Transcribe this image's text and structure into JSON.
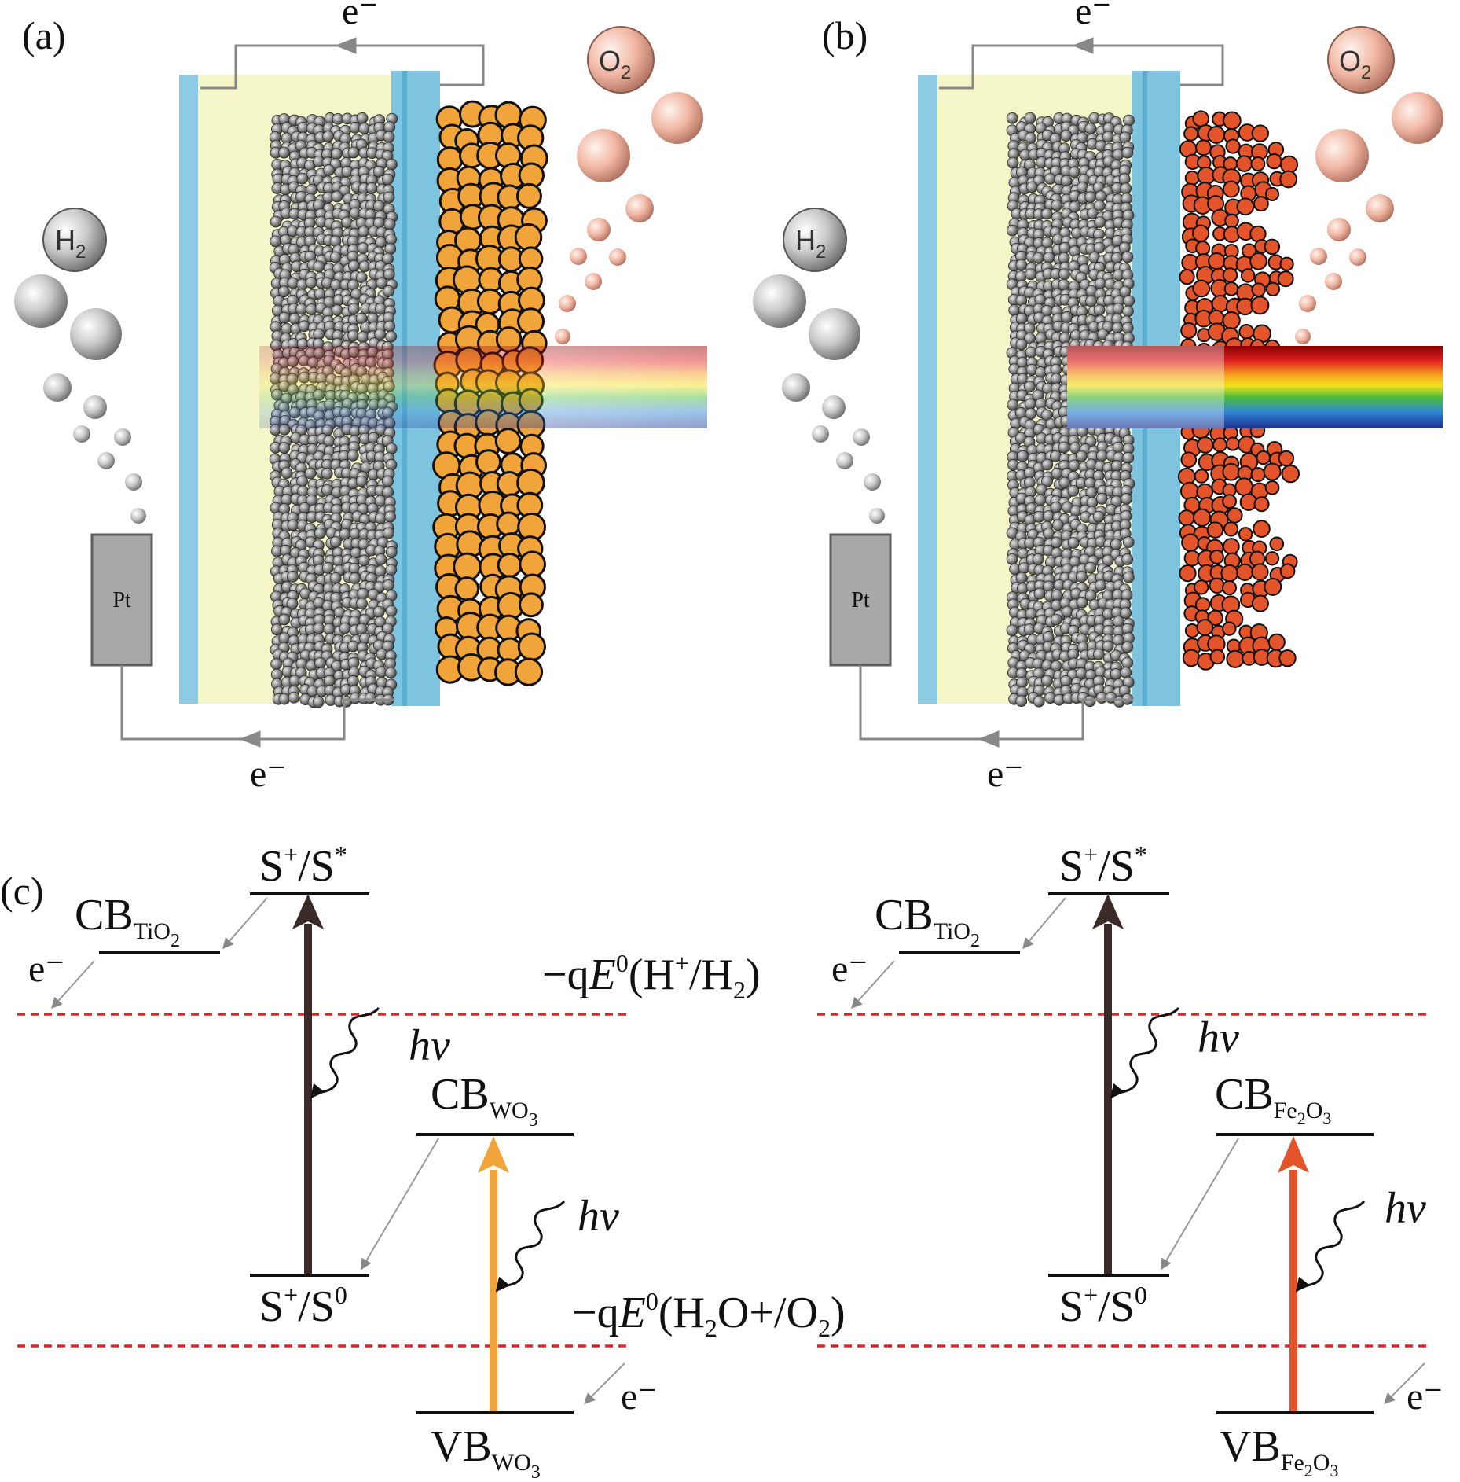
{
  "panels": {
    "a": {
      "tag": "(a)",
      "electron_top": "e⁻",
      "electron_bottom": "e⁻",
      "counter_electrode": "Pt",
      "gas_left": {
        "base": "H",
        "sub": "2"
      },
      "gas_right": {
        "base": "O",
        "sub": "2"
      },
      "photoanode_color": "#f0a43a"
    },
    "b": {
      "tag": "(b)",
      "electron_top": "e⁻",
      "electron_bottom": "e⁻",
      "counter_electrode": "Pt",
      "gas_left": {
        "base": "H",
        "sub": "2"
      },
      "gas_right": {
        "base": "O",
        "sub": "2"
      },
      "photoanode_color": "#e4542a"
    }
  },
  "energy": {
    "tag": "(c)",
    "left": {
      "dye_excited": {
        "a": "S",
        "a_sup": "+",
        "b": "/S",
        "b_sup": "*"
      },
      "dye_ground": {
        "a": "S",
        "a_sup": "+",
        "b": "/S",
        "b_sup": "0"
      },
      "cb_tio2": {
        "base": "CB",
        "sub": "TiO",
        "subsub": "2"
      },
      "cb_oxide": {
        "base": "CB",
        "sub": "WO",
        "subsub": "3"
      },
      "vb_oxide": {
        "base": "VB",
        "sub": "WO",
        "subsub": "3"
      },
      "photon": "hv",
      "electron_out": "e⁻",
      "electron_in": "e⁻",
      "oxide_arrow_color": "#f0a43a"
    },
    "right": {
      "dye_excited": {
        "a": "S",
        "a_sup": "+",
        "b": "/S",
        "b_sup": "*"
      },
      "dye_ground": {
        "a": "S",
        "a_sup": "+",
        "b": "/S",
        "b_sup": "0"
      },
      "cb_tio2": {
        "base": "CB",
        "sub": "TiO",
        "subsub": "2"
      },
      "cb_oxide": {
        "base": "CB",
        "sub": "Fe",
        "sub2": "2",
        "sub3": "O",
        "subsub": "3"
      },
      "vb_oxide": {
        "base": "VB",
        "sub": "Fe",
        "sub2": "2",
        "sub3": "O",
        "subsub": "3"
      },
      "photon": "hv",
      "electron_out": "e⁻",
      "electron_in": "e⁻",
      "oxide_arrow_color": "#e4542a"
    },
    "h2_potential": {
      "pre": "−q",
      "E": "E",
      "sup": "0",
      "open": "(H",
      "plus": "+",
      "slash": "/H",
      "sub": "2",
      "close": ")"
    },
    "o2_potential": {
      "pre": "−q",
      "E": "E",
      "sup": "0",
      "open": "(H",
      "sub1": "2",
      "mid": "O+/O",
      "sub2": "2",
      "close": ")"
    },
    "reference_line_color": "#d62828",
    "dye_arrow_color": "#3a2a28"
  }
}
